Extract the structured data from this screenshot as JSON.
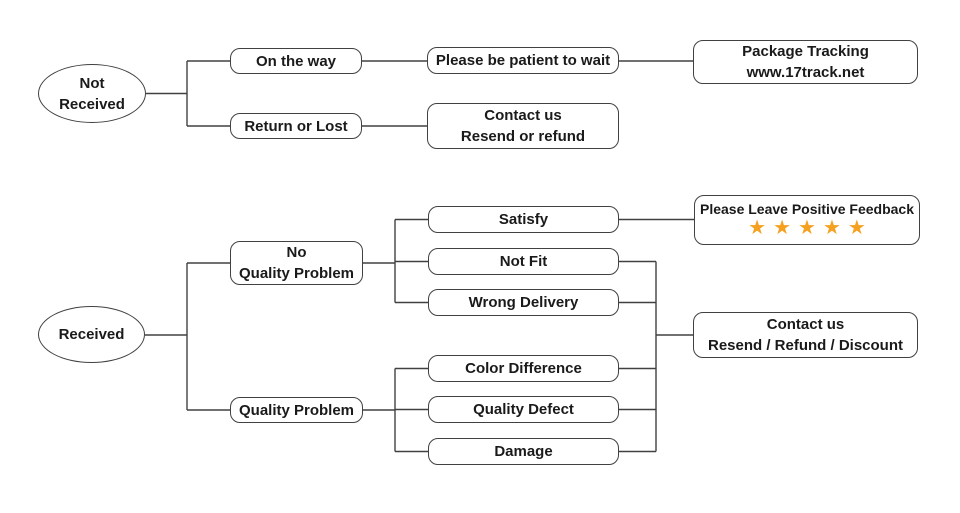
{
  "diagram": {
    "colors": {
      "background": "#ffffff",
      "line": "#414141",
      "text": "#1a1a1a",
      "star": "#F5A01E"
    },
    "nodes": {
      "not_received": {
        "label": "Not\nReceived"
      },
      "on_the_way": {
        "label": "On the way"
      },
      "be_patient": {
        "label": "Please be patient to wait"
      },
      "package_tracking": {
        "label": "Package Tracking\nwww.17track.net"
      },
      "return_or_lost": {
        "label": "Return or Lost"
      },
      "contact_resend_or_refund": {
        "label": "Contact us\nResend or refund"
      },
      "received": {
        "label": "Received"
      },
      "no_quality_problem": {
        "label": "No\nQuality Problem"
      },
      "quality_problem": {
        "label": "Quality Problem"
      },
      "satisfy": {
        "label": "Satisfy"
      },
      "not_fit": {
        "label": "Not Fit"
      },
      "wrong_delivery": {
        "label": "Wrong Delivery"
      },
      "color_difference": {
        "label": "Color Difference"
      },
      "quality_defect": {
        "label": "Quality Defect"
      },
      "damage": {
        "label": "Damage"
      },
      "positive_feedback": {
        "label": "Please Leave Positive Feedback",
        "stars": "★★★★★",
        "star_count": 5
      },
      "contact_resend_refund_discount": {
        "label": "Contact us\nResend / Refund / Discount"
      }
    },
    "edges": [
      {
        "from": "not_received",
        "to": "on_the_way"
      },
      {
        "from": "not_received",
        "to": "return_or_lost"
      },
      {
        "from": "on_the_way",
        "to": "be_patient"
      },
      {
        "from": "be_patient",
        "to": "package_tracking"
      },
      {
        "from": "return_or_lost",
        "to": "contact_resend_or_refund"
      },
      {
        "from": "received",
        "to": "no_quality_problem"
      },
      {
        "from": "received",
        "to": "quality_problem"
      },
      {
        "from": "no_quality_problem",
        "to": "satisfy"
      },
      {
        "from": "no_quality_problem",
        "to": "not_fit"
      },
      {
        "from": "no_quality_problem",
        "to": "wrong_delivery"
      },
      {
        "from": "quality_problem",
        "to": "color_difference"
      },
      {
        "from": "quality_problem",
        "to": "quality_defect"
      },
      {
        "from": "quality_problem",
        "to": "damage"
      },
      {
        "from": "satisfy",
        "to": "positive_feedback"
      },
      {
        "from": "not_fit",
        "to": "contact_resend_refund_discount"
      },
      {
        "from": "wrong_delivery",
        "to": "contact_resend_refund_discount"
      },
      {
        "from": "color_difference",
        "to": "contact_resend_refund_discount"
      },
      {
        "from": "quality_defect",
        "to": "contact_resend_refund_discount"
      },
      {
        "from": "damage",
        "to": "contact_resend_refund_discount"
      }
    ]
  }
}
